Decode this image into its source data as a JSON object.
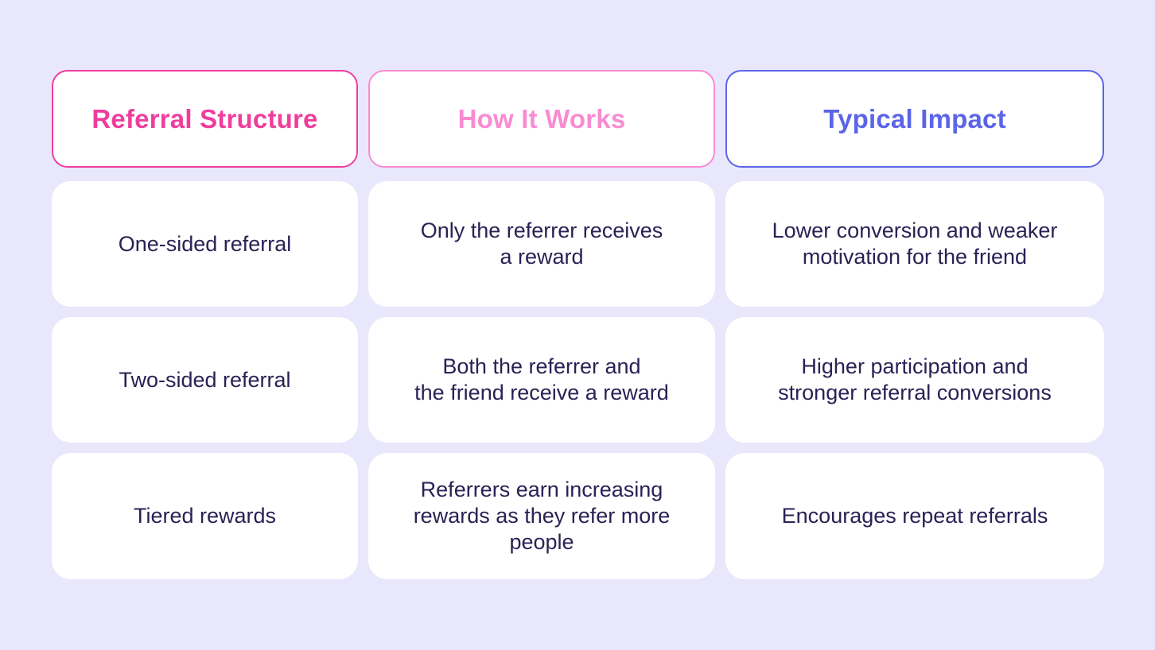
{
  "colors": {
    "page_background": "#E9E7FB",
    "card_background": "#FFFFFF",
    "body_text": "#2B2155",
    "accent_referral_structure": "#EF3D9E",
    "accent_how_it_works": "#F98BD2",
    "accent_typical_impact": "#5B65E7"
  },
  "table": {
    "columns": [
      {
        "id": "referral-structure",
        "header": "Referral Structure",
        "accent": "#EF3D9E"
      },
      {
        "id": "how-it-works",
        "header": "How It Works",
        "accent": "#F98BD2"
      },
      {
        "id": "typical-impact",
        "header": "Typical Impact",
        "accent": "#5B65E7"
      }
    ],
    "rows": [
      {
        "structure": "One-sided referral",
        "how": "Only the referrer receives\na reward",
        "impact": "Lower conversion and weaker\nmotivation for the friend"
      },
      {
        "structure": "Two-sided referral",
        "how": "Both the referrer and\nthe friend receive a reward",
        "impact": "Higher participation and\nstronger referral conversions"
      },
      {
        "structure": "Tiered rewards",
        "how": "Referrers earn increasing\nrewards as they refer more\npeople",
        "impact": "Encourages repeat referrals"
      }
    ]
  },
  "chart_data": {
    "type": "table",
    "title": "",
    "columns": [
      "Referral Structure",
      "How It Works",
      "Typical Impact"
    ],
    "rows": [
      [
        "One-sided referral",
        "Only the referrer receives a reward",
        "Lower conversion and weaker motivation for the friend"
      ],
      [
        "Two-sided referral",
        "Both the referrer and the friend receive a reward",
        "Higher participation and stronger referral conversions"
      ],
      [
        "Tiered rewards",
        "Referrers earn increasing rewards as they refer more people",
        "Encourages repeat referrals"
      ]
    ]
  }
}
